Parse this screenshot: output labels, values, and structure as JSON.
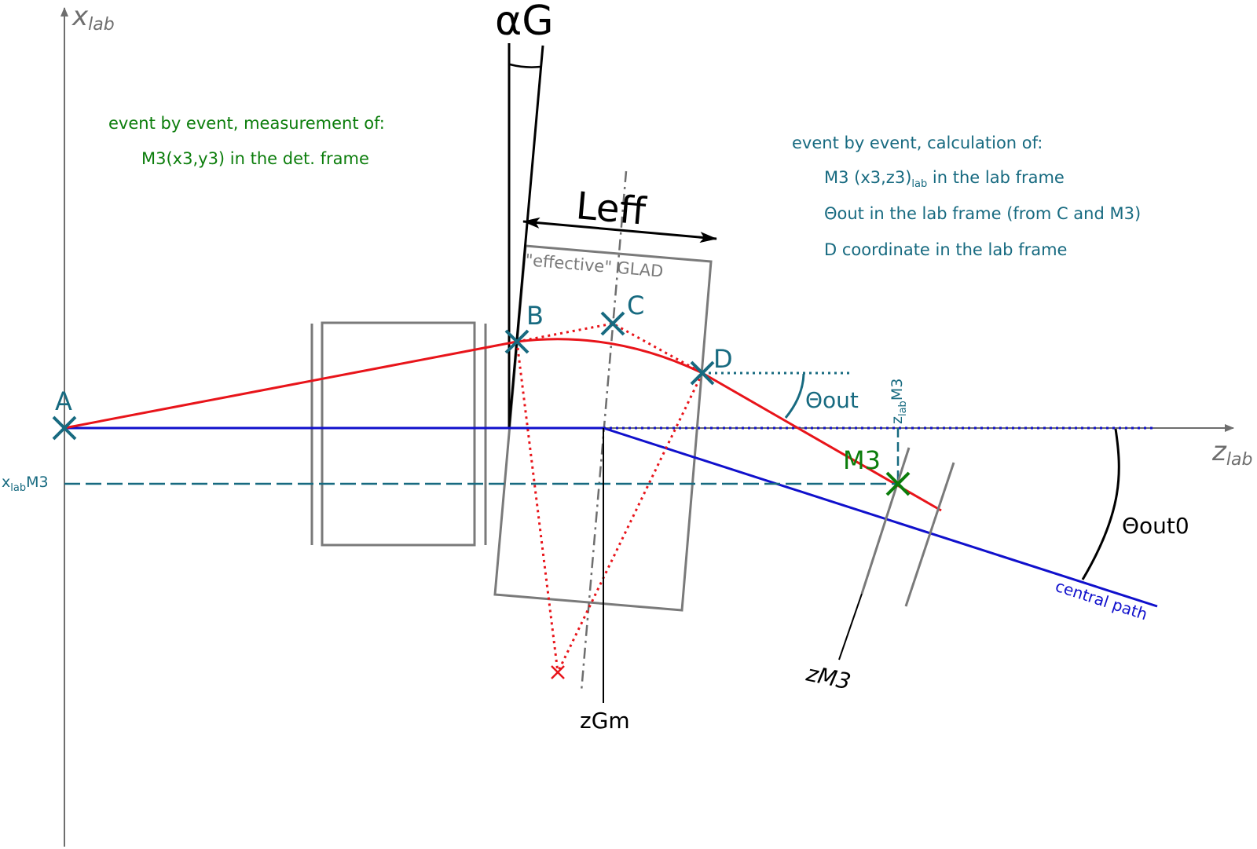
{
  "colors": {
    "axis": "#6e6e6e",
    "magnet": "#7a7a7a",
    "red": "#e8141a",
    "blue": "#1010cc",
    "teal": "#176a80",
    "green": "#0b7d0b",
    "black": "#000000"
  },
  "axes": {
    "x_label_main": "x",
    "x_label_sub": "lab",
    "z_label_main": "z",
    "z_label_sub": "lab"
  },
  "angle_labels": {
    "alphaG": "αG",
    "leff": "Leff",
    "theta_out": "Θout",
    "theta_out0": "Θout0"
  },
  "magnet_label": "\"effective\" GLAD",
  "points": {
    "A": "A",
    "B": "B",
    "C": "C",
    "D": "D",
    "M3": "M3"
  },
  "markers": {
    "xlab_m3_main": "x",
    "xlab_m3_sub": "lab",
    "xlab_m3_suffix": "M3",
    "zlab_m3_main": "z",
    "zlab_m3_sub": "lab",
    "zlab_m3_suffix": "M3",
    "zgm": "zGm",
    "zm3": "zM3",
    "central_path": "central path"
  },
  "notes_measurement": {
    "title": "event by event, measurement of:",
    "line1": "M3(x3,y3) in the det. frame"
  },
  "notes_calculation": {
    "title": "event by event, calculation of:",
    "line1_pre": "M3 (x3,z3)",
    "line1_sub": "lab",
    "line1_post": " in the lab frame",
    "line2": "Θout in the lab frame (from C and M3)",
    "line3": "D coordinate in the lab frame"
  }
}
